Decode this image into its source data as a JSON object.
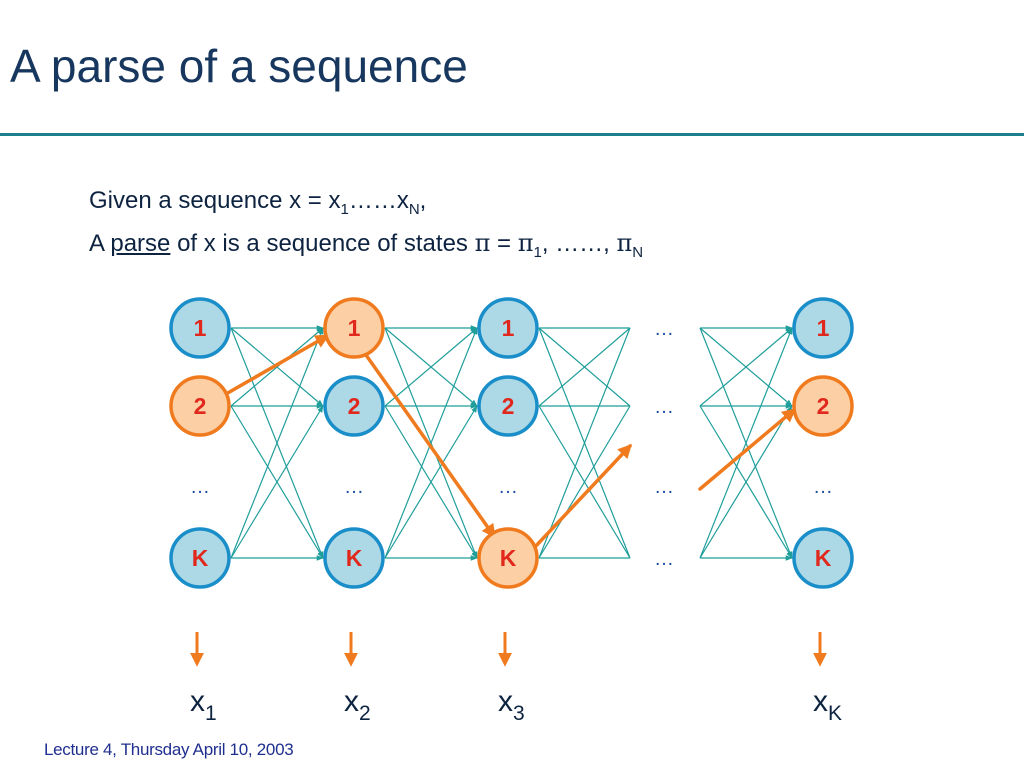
{
  "slide": {
    "title": "A parse of a sequence",
    "line1": {
      "text": "Given a sequence x = x",
      "sub1": "1",
      "mid": "……x",
      "subN": "N",
      "end": ","
    },
    "line2": {
      "prefix": "A ",
      "parse": "parse",
      "mid": " of x is a sequence of states ",
      "pi": "π",
      "eq": " = ",
      "pi1": "π",
      "sub1": "1",
      "dots": ", ……, ",
      "piN": "π",
      "subN": "N"
    },
    "footer": "Lecture 4, Thursday April 10, 2003"
  },
  "diagram": {
    "columns": [
      {
        "states": [
          "1",
          "2",
          "…",
          "K"
        ],
        "highlight": "2",
        "obs": "x",
        "obs_sub": "1"
      },
      {
        "states": [
          "1",
          "2",
          "…",
          "K"
        ],
        "highlight": "1",
        "obs": "x",
        "obs_sub": "2"
      },
      {
        "states": [
          "1",
          "2",
          "…",
          "K"
        ],
        "highlight": "K",
        "obs": "x",
        "obs_sub": "3"
      },
      {
        "states": [
          "…",
          "…",
          "…",
          "…"
        ],
        "highlight": null,
        "obs": "",
        "obs_sub": ""
      },
      {
        "states": [
          "1",
          "2",
          "…",
          "K"
        ],
        "highlight": "2",
        "obs": "x",
        "obs_sub": "K"
      }
    ],
    "colors": {
      "node_fill": "#add8e6",
      "node_stroke": "#1a8ec9",
      "hl_fill": "#fdcfa5",
      "hl_stroke": "#f07a1e",
      "label": "#e0281c",
      "edge": "#1f9e9a",
      "path": "#f07a1e",
      "dots": "#1f4f9f"
    }
  }
}
